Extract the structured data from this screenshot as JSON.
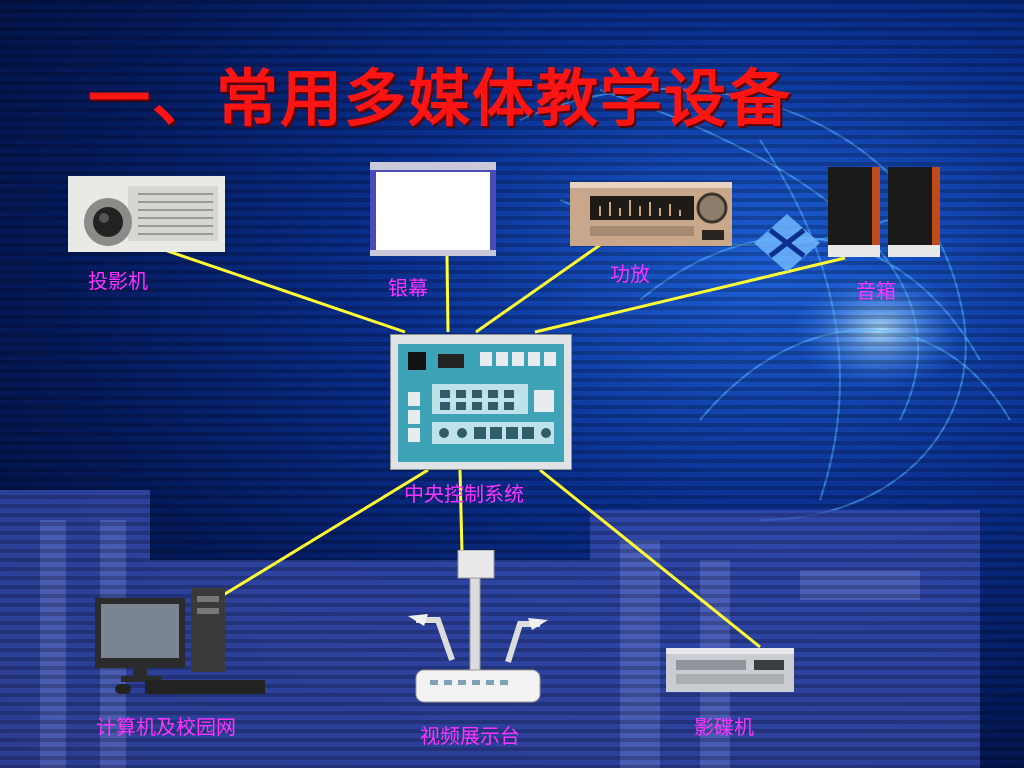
{
  "slide": {
    "title": "一、常用多媒体教学设备"
  },
  "devices": {
    "projector": "投影机",
    "screen": "银幕",
    "amplifier": "功放",
    "speakers": "音箱",
    "control": "中央控制系统",
    "computer": "计算机及校园网",
    "visualizer": "视频展示台",
    "dvd": "影碟机"
  },
  "colors": {
    "title": "#ff1414",
    "label": "#ff33ff",
    "connector": "#ffff33"
  }
}
